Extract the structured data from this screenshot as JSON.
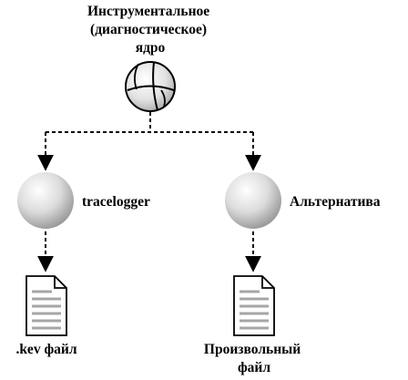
{
  "kernel": {
    "title_lines": [
      "Инструментальное",
      "(диагностическое)",
      "ядро"
    ],
    "icon": "sphere-globe-icon"
  },
  "branches": [
    {
      "node_label": "tracelogger",
      "node_icon": "sphere-icon",
      "output_label_lines": [
        ".kev файл"
      ],
      "output_icon": "document-icon"
    },
    {
      "node_label": "Альтернатива",
      "node_icon": "sphere-icon",
      "output_label_lines": [
        "Произвольный",
        "файл"
      ],
      "output_icon": "document-icon"
    }
  ],
  "connector_style": "dashed-arrow",
  "colors": {
    "sphere_light": "#ffffff",
    "sphere_mid": "#d9d9d9",
    "sphere_dark": "#8c8c8c",
    "line": "#000000",
    "doc_stroke": "#000000",
    "doc_lines": "#a6a6a6"
  }
}
